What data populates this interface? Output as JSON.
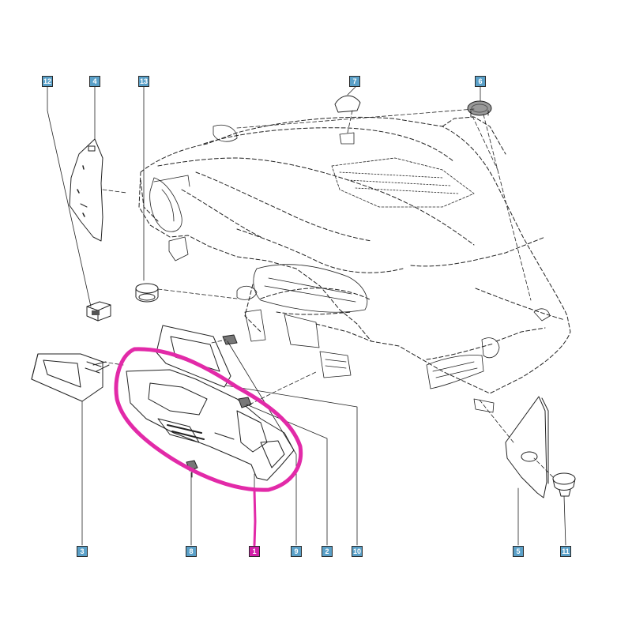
{
  "diagram": {
    "colors": {
      "callout_fill": "#5aa0c8",
      "callout_highlight_fill": "#d11fa8",
      "highlight_stroke": "#e22aa8",
      "line": "#222222"
    },
    "callouts": {
      "c1": "1",
      "c2": "2",
      "c3": "3",
      "c4": "4",
      "c5": "5",
      "c6": "6",
      "c7": "7",
      "c8": "8",
      "c9": "9",
      "c10": "10",
      "c11": "11",
      "c12": "12",
      "c13": "13"
    },
    "highlighted_part": "1"
  }
}
